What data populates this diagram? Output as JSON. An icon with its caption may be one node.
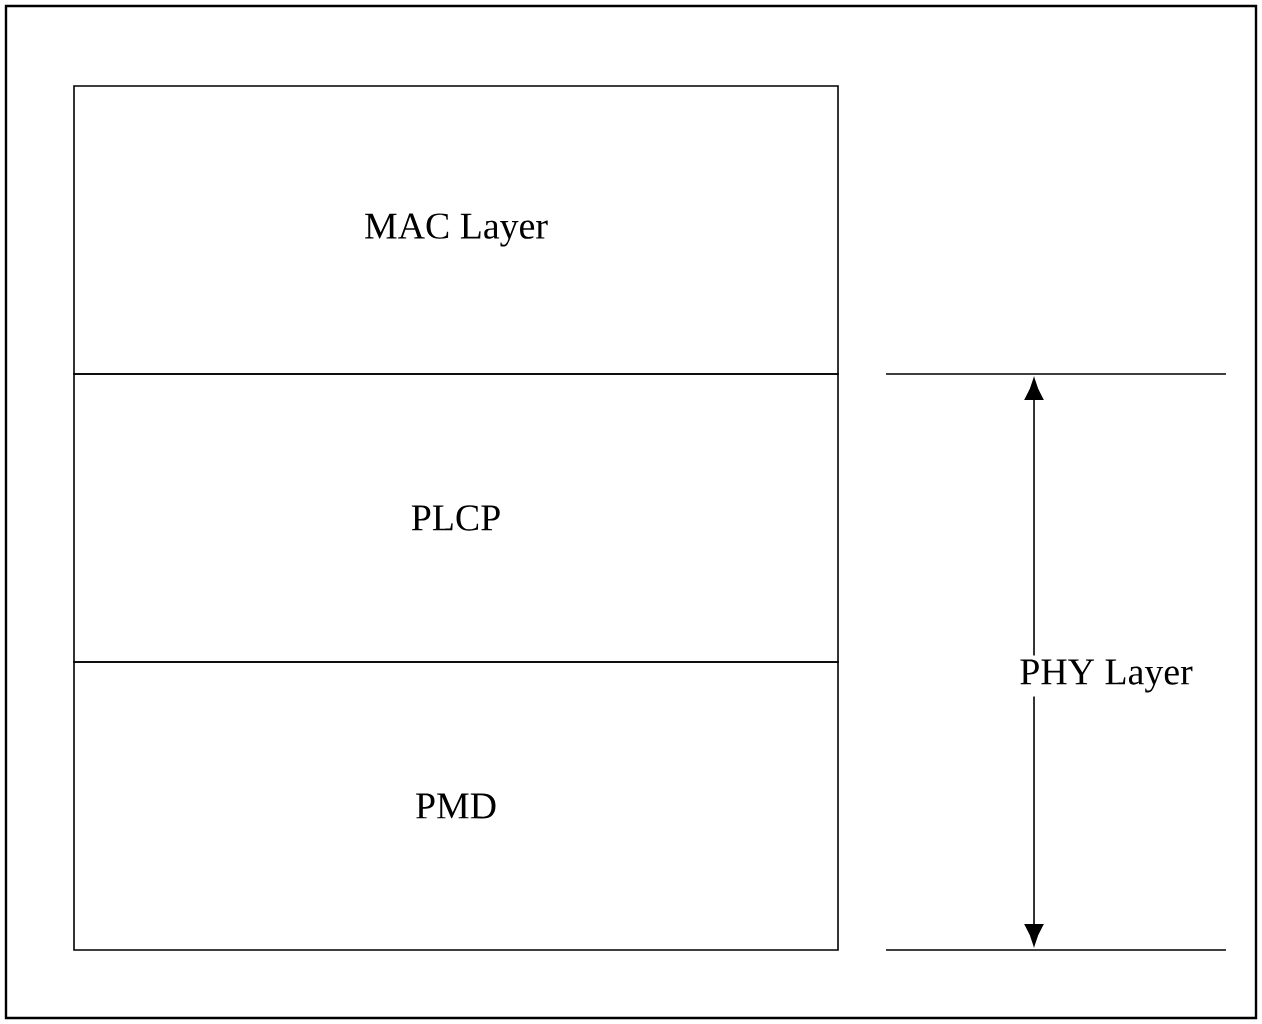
{
  "diagram": {
    "nodes": [
      {
        "text": [
          "MAC Layer"
        ]
      },
      {
        "text": [
          "PLCP"
        ]
      },
      {
        "text": [
          "PMD"
        ]
      }
    ],
    "labels": [
      "PHY Layer"
    ]
  }
}
